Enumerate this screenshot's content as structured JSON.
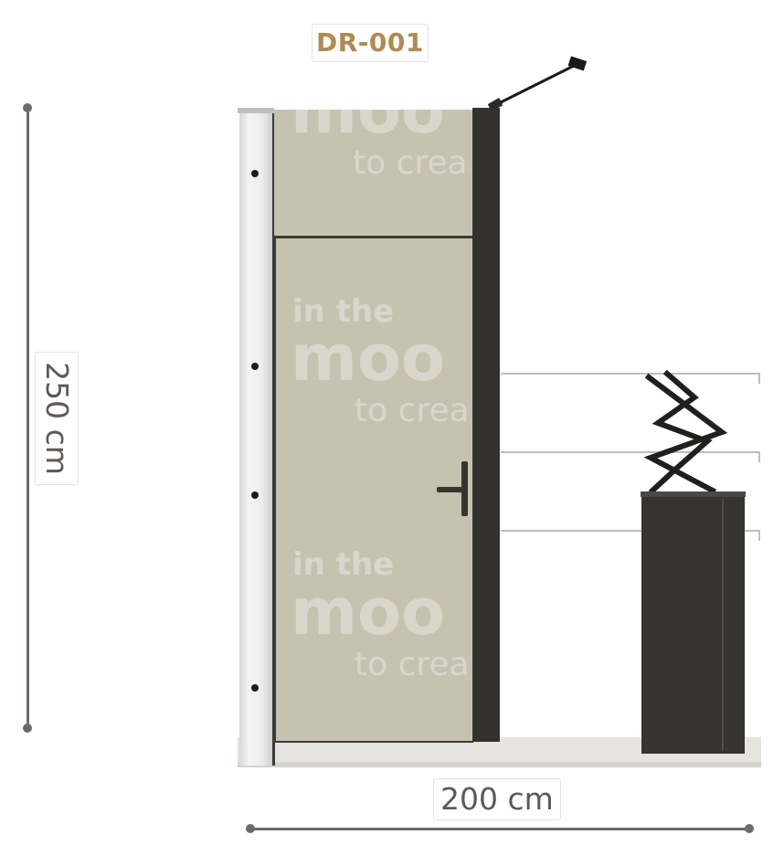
{
  "product": {
    "code": "DR-001",
    "code_color": "#b08a4f"
  },
  "dimensions": {
    "height_label": "250 cm",
    "width_label": "200 cm"
  },
  "panel_graphic": {
    "line1": "in the",
    "line2": "moo",
    "line3": "to crea"
  },
  "colors": {
    "panel": "#c7c1b0",
    "frame_dark": "#33322f",
    "dimension_line": "#6f6a66"
  },
  "icons": {
    "handle": "door-handle-icon",
    "lamp": "spotlight-icon",
    "sculpture": "zigzag-sculpture-icon"
  }
}
